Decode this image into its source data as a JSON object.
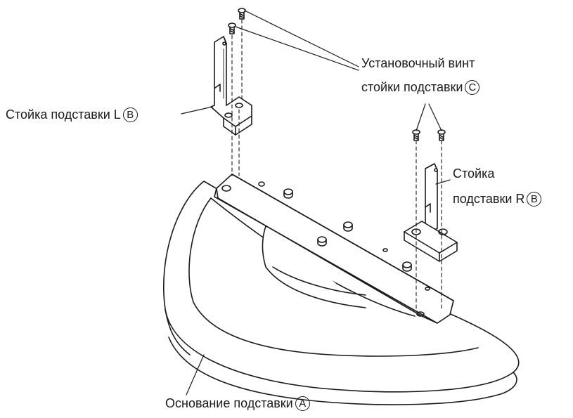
{
  "labels": {
    "screw_line1": "Установочный винт",
    "screw_line2": "стойки подставки",
    "screw_marker": "C",
    "post_left": "Стойка подставки L",
    "post_left_marker": "B",
    "post_right_line1": "Стойка",
    "post_right_line2": "подставки R",
    "post_right_marker": "B",
    "base": "Основание подставки",
    "base_marker": "A"
  }
}
